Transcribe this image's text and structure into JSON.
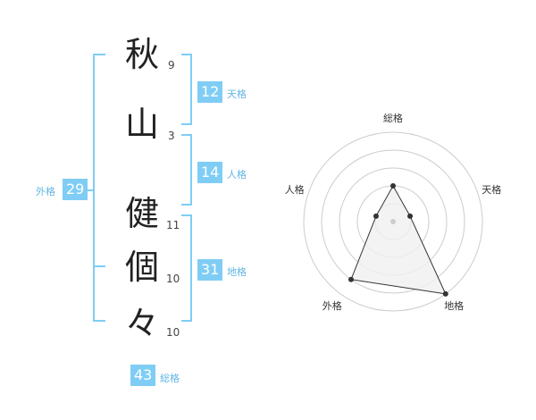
{
  "name": {
    "chars": [
      {
        "char": "秋",
        "strokes": "9"
      },
      {
        "char": "山",
        "strokes": "3"
      },
      {
        "char": "健",
        "strokes": "11"
      },
      {
        "char": "個",
        "strokes": "10"
      },
      {
        "char": "々",
        "strokes": "10"
      }
    ]
  },
  "kaku": {
    "ten": {
      "value": "12",
      "label": "天格"
    },
    "jin": {
      "value": "14",
      "label": "人格"
    },
    "chi": {
      "value": "31",
      "label": "地格"
    },
    "gai": {
      "value": "29",
      "label": "外格"
    },
    "sou": {
      "value": "43",
      "label": "総格"
    }
  },
  "chart_data": {
    "type": "radar",
    "axes": [
      "総格",
      "天格",
      "地格",
      "外格",
      "人格"
    ],
    "values": [
      2,
      1,
      5,
      4,
      1
    ],
    "max": 5,
    "colors": {
      "fill": "#f0f0f0",
      "stroke": "#333333",
      "grid": "#cccccc"
    }
  },
  "colors": {
    "accent": "#7fcdf5",
    "accent_text": "#62b6e4"
  }
}
